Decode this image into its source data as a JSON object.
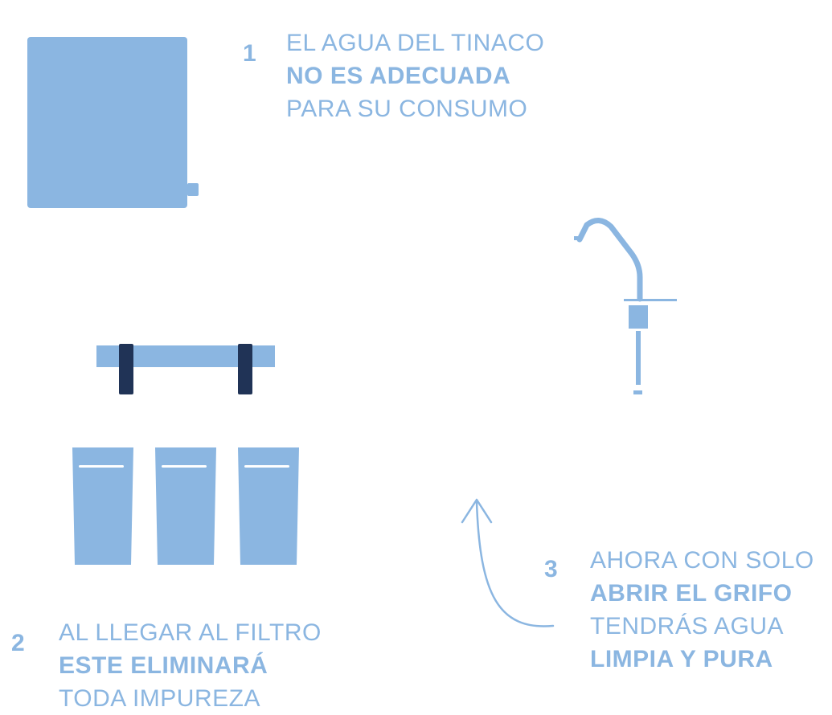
{
  "colors": {
    "primary": "#8bb6e1",
    "dark": "#203356",
    "background": "#ffffff"
  },
  "steps": [
    {
      "number": "1",
      "lines": [
        {
          "text": "EL AGUA DEL TINACO",
          "bold": false
        },
        {
          "text": "NO ES ADECUADA",
          "bold": true
        },
        {
          "text": "PARA SU CONSUMO",
          "bold": false
        }
      ]
    },
    {
      "number": "2",
      "lines": [
        {
          "text": "AL LLEGAR AL FILTRO",
          "bold": false
        },
        {
          "text": "ESTE ELIMINARÁ",
          "bold": true
        },
        {
          "text": "TODA IMPUREZA",
          "bold": false
        }
      ]
    },
    {
      "number": "3",
      "lines": [
        {
          "text": "AHORA CON SOLO",
          "bold": false
        },
        {
          "text": "ABRIR EL GRIFO",
          "bold": true
        },
        {
          "text": "TENDRÁS AGUA",
          "bold": false
        },
        {
          "text": "LIMPIA Y PURA",
          "bold": true
        }
      ]
    }
  ],
  "illustrations": {
    "tank": "water-tank-icon",
    "filter": "filter-system-icon",
    "faucet": "faucet-icon",
    "arrow": "curved-arrow-icon"
  }
}
